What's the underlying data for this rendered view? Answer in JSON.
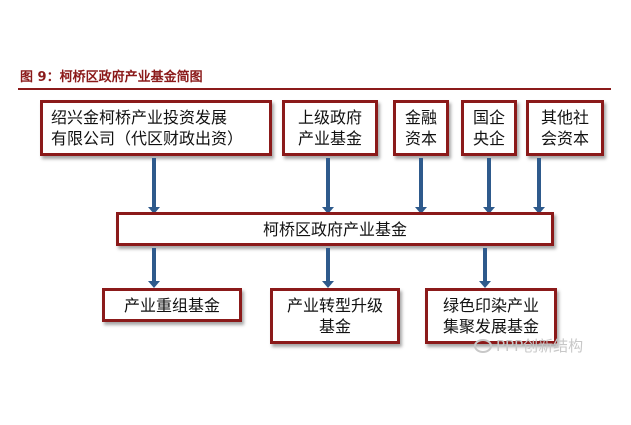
{
  "figure": {
    "title": "图 9：柯桥区政府产业基金简图"
  },
  "top_row": [
    {
      "label": "绍兴金柯桥产业投资发展\n有限公司（代区财政出资）"
    },
    {
      "label": "上级政府\n产业基金"
    },
    {
      "label": "金融\n资本"
    },
    {
      "label": "国企\n央企"
    },
    {
      "label": "其他社\n会资本"
    }
  ],
  "middle": {
    "label": "柯桥区政府产业基金"
  },
  "bottom_row": [
    {
      "label": "产业重组基金"
    },
    {
      "label": "产业转型升级\n基金"
    },
    {
      "label": "绿色印染产业\n集聚发展基金"
    }
  ],
  "watermark": {
    "text": "PPP创新结构"
  },
  "colors": {
    "box_border": "#8b1a1a",
    "arrow": "#2e5a8c",
    "title": "#8b1a1a"
  }
}
